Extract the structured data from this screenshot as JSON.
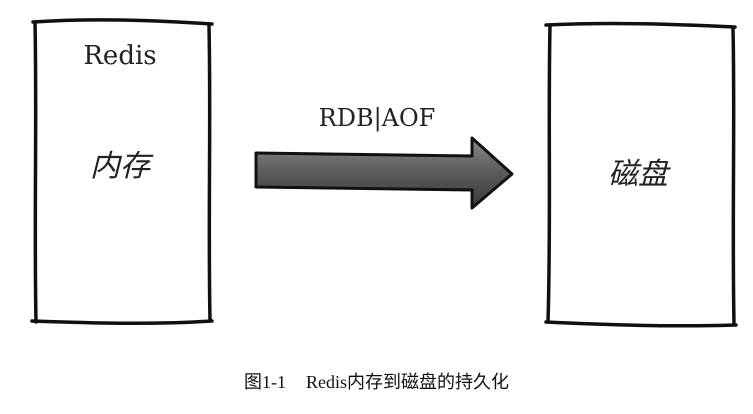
{
  "left_box": {
    "title": "Redis",
    "label": "内存"
  },
  "right_box": {
    "label": "磁盘"
  },
  "arrow": {
    "label": "RDB|AOF"
  },
  "caption": {
    "number": "图1-1",
    "text": "Redis内存到磁盘的持久化"
  },
  "colors": {
    "stroke": "#111111",
    "arrow_fill": "#5a5a5a",
    "arrow_light": "#8a8a8a"
  }
}
